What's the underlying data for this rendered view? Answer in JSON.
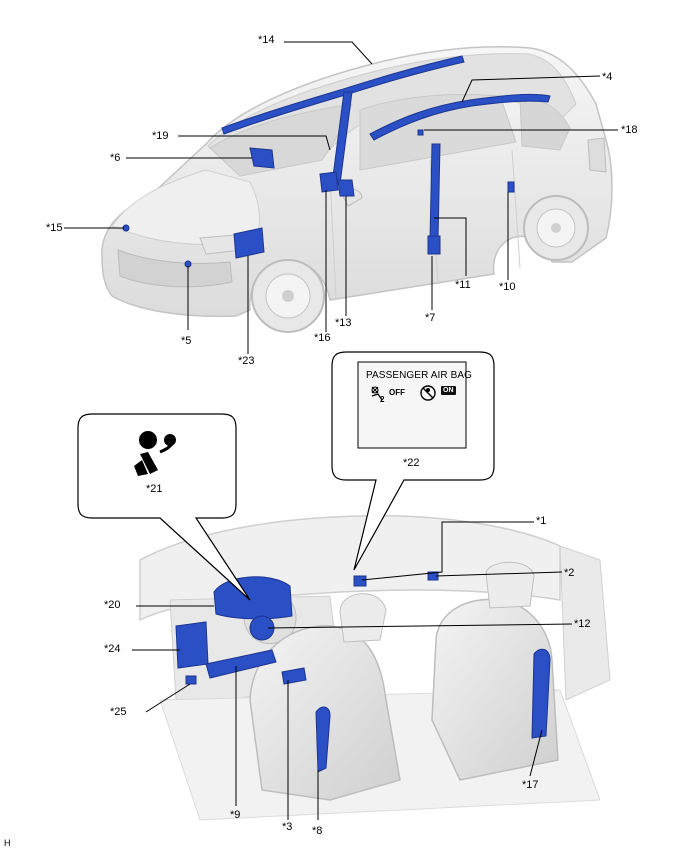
{
  "callouts": {
    "c1": "*1",
    "c2": "*2",
    "c3": "*3",
    "c4": "*4",
    "c5": "*5",
    "c6": "*6",
    "c7": "*7",
    "c8": "*8",
    "c9": "*9",
    "c10": "*10",
    "c11": "*11",
    "c12": "*12",
    "c13": "*13",
    "c14": "*14",
    "c15": "*15",
    "c16": "*16",
    "c17": "*17",
    "c18": "*18",
    "c19": "*19",
    "c20": "*20",
    "c21": "*21",
    "c22": "*22",
    "c23": "*23",
    "c24": "*24",
    "c25": "*25"
  },
  "indicator_panel": {
    "title": "PASSENGER AIR BAG",
    "off_label": "OFF",
    "on_label": "ON"
  },
  "figure_code": "H",
  "colors": {
    "component_blue": "#2b4fc4",
    "component_dark": "#1c3590",
    "body_gray": "#ededed",
    "outline_gray": "#c4c4c4",
    "line": "#000000"
  },
  "icons": [
    "airbag-warning-icon",
    "passenger-airbag-off-icon",
    "passenger-airbag-disabled-icon"
  ]
}
